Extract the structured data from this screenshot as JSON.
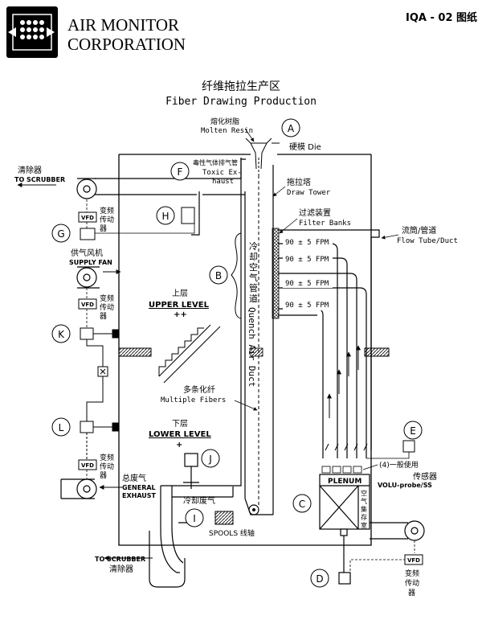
{
  "header": {
    "company_line1": "AIR MONITOR",
    "company_line2": "CORPORATION",
    "doc_id": "IQA - 02 图纸"
  },
  "title": {
    "cn": "纤维拖拉生产区",
    "en": "Fiber Drawing Production"
  },
  "labels": {
    "molten_cn": "熔化树脂",
    "molten_en": "Molten Resin",
    "die": "硬模 Die",
    "toxic_cn": "毒性气体排气管",
    "toxic_en1": "Toxic Ex-",
    "toxic_en2": "haust",
    "draw_cn": "拖拉塔",
    "draw_en": "Draw Tower",
    "filter_cn": "过滤装置",
    "filter_en": "Filter Banks",
    "flow_cn": "流筒/管道",
    "flow_en": "Flow Tube/Duct",
    "scrubber_cn": "清除器",
    "scrubber_en": "TO SCRUBBER",
    "vfd": "VFD",
    "vfd_cn1": "变频",
    "vfd_cn2": "传动",
    "vfd_cn3": "器",
    "supply_cn": "供气风机",
    "supply_en": "SUPPLY FAN",
    "upper_cn": "上层",
    "upper_en": "UPPER LEVEL",
    "upper_mark": "++",
    "quench_cn": [
      "冷",
      "却",
      "空",
      "气",
      "管",
      "道"
    ],
    "quench_en": "Quench Air Duct",
    "multi_cn": "多条化纤",
    "multi_en": "Multiple Fibers",
    "lower_cn": "下层",
    "lower_en": "LOWER LEVEL",
    "lower_mark": "+",
    "fpm": [
      "90 ± 5 FPM",
      "90 ± 5 FPM",
      "90 ± 5 FPM",
      "90 ± 5 FPM"
    ],
    "general_cn": "总废气",
    "general_en1": "GENERAL",
    "general_en2": "EXHAUST",
    "cooling_exhaust_cn": "冷却废气",
    "spools": "SPOOLS 线轴",
    "plenum": "PLENUM",
    "plenum_cn": [
      "空",
      "气",
      "集",
      "存",
      "室"
    ],
    "sensor_cn1": "(4)一般使用",
    "sensor_cn2": "传感器",
    "sensor_en": "VOLU-probe/SS",
    "scrubber_bottom_en": "TO SCRUBBER",
    "scrubber_bottom_cn": "清除器"
  },
  "callouts": [
    "A",
    "B",
    "C",
    "D",
    "E",
    "F",
    "G",
    "H",
    "I",
    "J",
    "K",
    "L"
  ]
}
